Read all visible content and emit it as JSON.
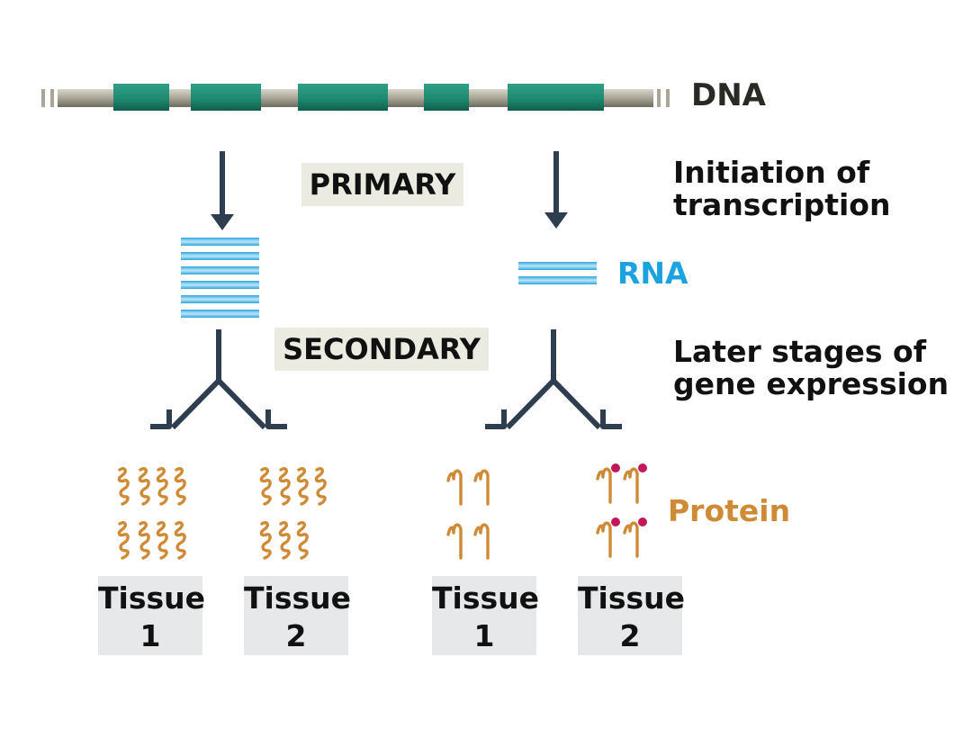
{
  "dna": {
    "label": "DNA"
  },
  "levels": {
    "primary": "PRIMARY",
    "secondary": "SECONDARY"
  },
  "stages": {
    "initiation": [
      "Initiation of",
      "transcription"
    ],
    "later": [
      "Later stages of",
      "gene expression"
    ]
  },
  "rna": {
    "label": "RNA"
  },
  "protein": {
    "label": "Protein"
  },
  "tissues": [
    {
      "word": "Tissue",
      "number": "1"
    },
    {
      "word": "Tissue",
      "number": "2"
    },
    {
      "word": "Tissue",
      "number": "1"
    },
    {
      "word": "Tissue",
      "number": "2"
    }
  ],
  "colors": {
    "dna_backbone": "#a9a697",
    "gene_segment": "#1f8a72",
    "arrow": "#2e3e4e",
    "rna": "#2aa6e0",
    "rna_label": "#1aa3e0",
    "protein": "#cf8a35",
    "modification": "#c2185b",
    "box_bg": "#ecebe2",
    "tissue_bg": "#e6e8ea"
  },
  "icons": {
    "primary_arrow": "down-arrow-icon",
    "secondary_arrow": "branching-arrow-icon",
    "rna_strand": "rna-strand-icon",
    "protein_unit": "protein-coil-icon",
    "modified_protein": "modified-protein-icon"
  }
}
